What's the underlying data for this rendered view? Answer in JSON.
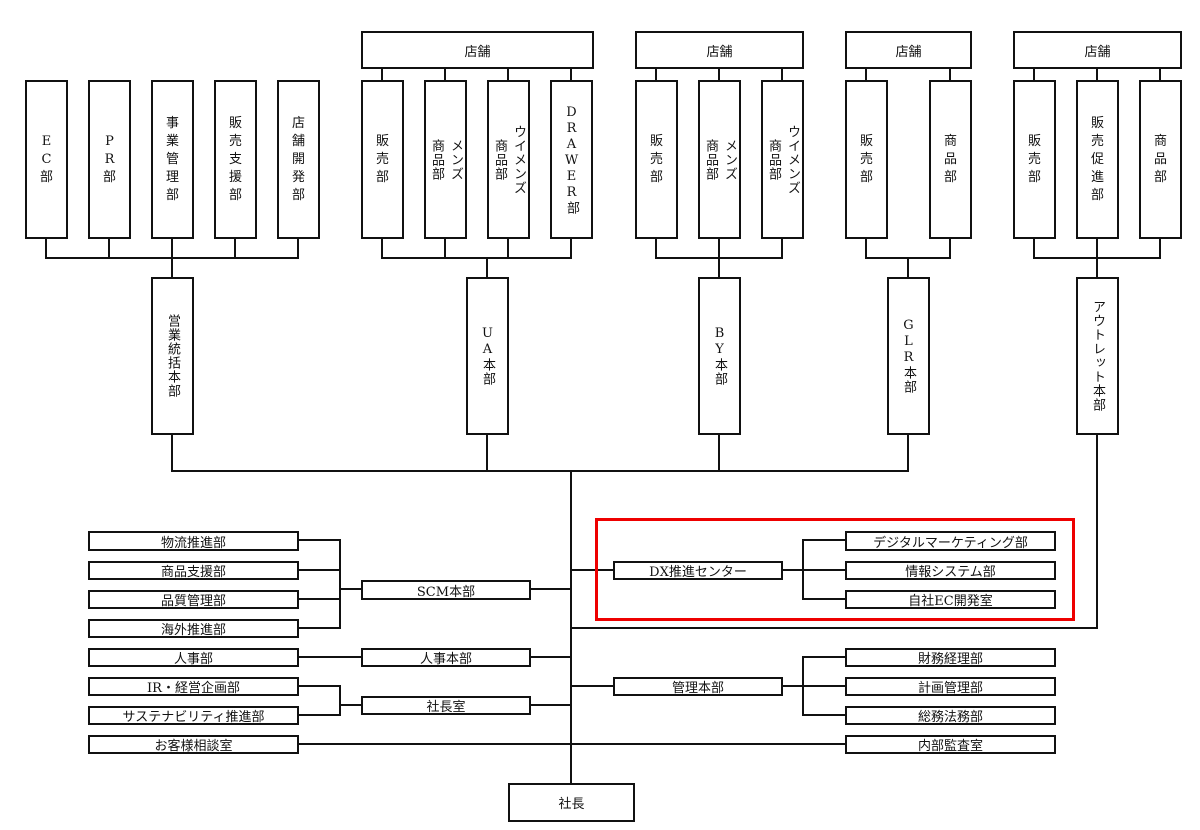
{
  "colors": {
    "line": "#111111",
    "highlight": "#e00000"
  },
  "top": {
    "sales_sub": [
      "E\nC\n部",
      "P\nR\n部",
      "事\n業\n管\n理\n部",
      "販\n売\n支\n援\n部",
      "店\n舗\n開\n発\n部"
    ],
    "ua": {
      "store": "店舗",
      "subs": [
        "販\n売\n部",
        "メンズ\n商品部",
        "ウイメンズ\n商品部",
        "DRAWER部"
      ]
    },
    "by": {
      "store": "店舗",
      "subs": [
        "販\n売\n部",
        "メンズ\n商品部",
        "ウイメンズ\n商品部"
      ]
    },
    "glr": {
      "store": "店舗",
      "subs": [
        "販\n売\n部",
        "商\n品\n部"
      ]
    },
    "outlet": {
      "store": "店舗",
      "subs": [
        "販\n売\n部",
        "販\n売\n促\n進\n部",
        "商\n品\n部"
      ]
    }
  },
  "hq": [
    "営業統括本部",
    "UA本部",
    "BY本部",
    "GLR本部",
    "アウトレット本部"
  ],
  "left": {
    "scm_subs": [
      "物流推進部",
      "商品支援部",
      "品質管理部",
      "海外推進部"
    ],
    "hr_sub": "人事部",
    "office_subs": [
      "IR・経営企画部",
      "サステナビリティ推進部"
    ],
    "customer": "お客様相談室",
    "scm": "SCM本部",
    "hr": "人事本部",
    "office": "社長室"
  },
  "right": {
    "dx": "DX推進センター",
    "dx_subs": [
      "デジタルマーケティング部",
      "情報システム部",
      "自社EC開発室"
    ],
    "admin": "管理本部",
    "admin_subs": [
      "財務経理部",
      "計画管理部",
      "総務法務部"
    ],
    "audit": "内部監査室"
  },
  "president": "社長"
}
